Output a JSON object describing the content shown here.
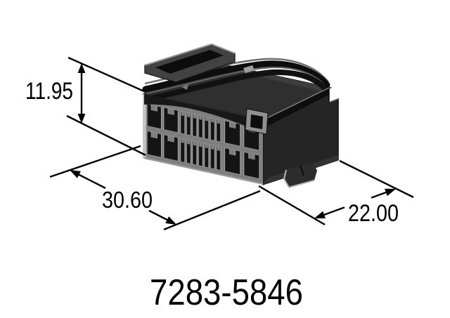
{
  "drawing": {
    "part_number": "7283-5846",
    "dimensions": {
      "height": "11.95",
      "width": "30.60",
      "depth": "22.00"
    },
    "connector": {
      "kind": "multi-cavity-connector-housing-isometric-view",
      "cavity_rows": 2,
      "colors": {
        "background": "#ffffff",
        "line": "#000000",
        "body_dark": "#252525",
        "body_top": "#2f2f2f",
        "face_wall": "#7e7e7e",
        "cavity": "#141414",
        "edge_highlight": "#c4c4c4"
      }
    }
  }
}
